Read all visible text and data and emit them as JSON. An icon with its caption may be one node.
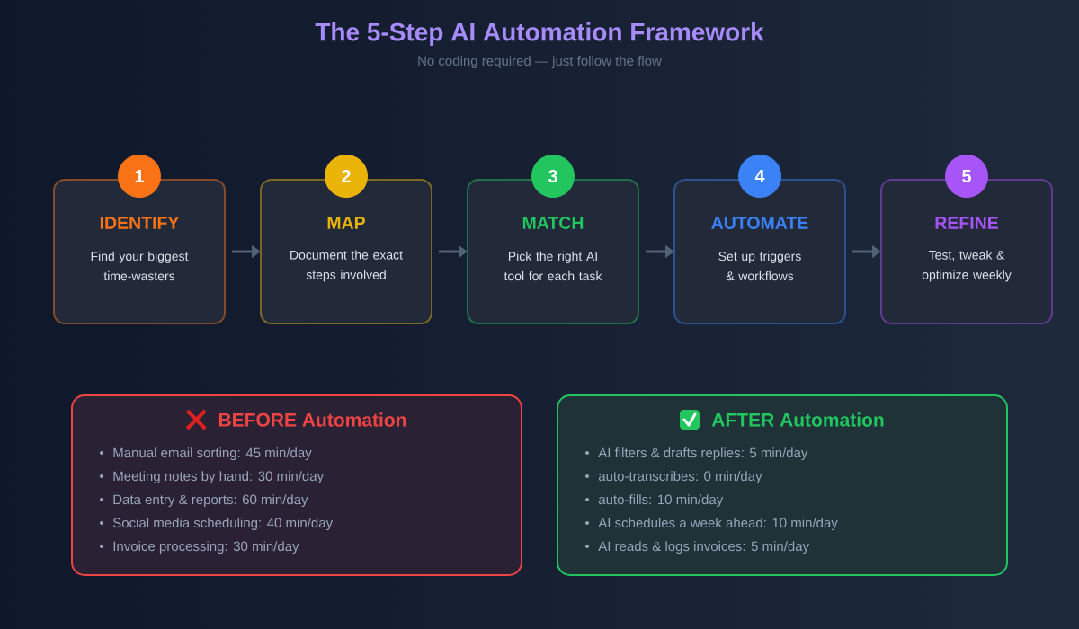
{
  "diagram": {
    "title": "The 5-Step AI Automation Framework",
    "nodes": [
      {
        "text": [
          "1"
        ]
      },
      {
        "text": [
          "IDENTIFY",
          "Find your biggest time-wasters"
        ]
      },
      {
        "text": [
          "2"
        ]
      },
      {
        "text": [
          "MAP",
          "Document the exact steps involved"
        ]
      },
      {
        "text": [
          "3"
        ]
      },
      {
        "text": [
          "MATCH",
          "Pick the right AI tool for each task"
        ]
      },
      {
        "text": [
          "4"
        ]
      },
      {
        "text": [
          "AUTOMATE",
          "Set up triggers & workflows"
        ]
      },
      {
        "text": [
          "5"
        ]
      },
      {
        "text": [
          "REFINE",
          "Test, tweak & optimize weekly"
        ]
      },
      {
        "text": [
          "BEFORE Automation",
          "Manual email sorting: 45 min/day",
          "Meeting notes by hand: 30 min/day",
          "Data entry & reports: 60 min/day",
          "Social media scheduling: 40 min/day",
          "Invoice processing: 30 min/day"
        ]
      },
      {
        "text": [
          "AFTER Automation",
          "AI filters & drafts replies: 5 min/day",
          "auto-transcribes: 0 min/day",
          "auto-fills: 10 min/day",
          "AI schedules a week ahead: 10 min/day",
          "AI reads & logs invoices: 5 min/day"
        ]
      }
    ],
    "edges": [
      {
        "from": 1,
        "to": 3,
        "arrow": "to"
      },
      {
        "from": 3,
        "to": 5,
        "arrow": "to"
      },
      {
        "from": 5,
        "to": 7,
        "arrow": "to"
      },
      {
        "from": 7,
        "to": 9,
        "arrow": "to"
      }
    ],
    "labels": [
      "No coding required — just follow the flow"
    ]
  }
}
